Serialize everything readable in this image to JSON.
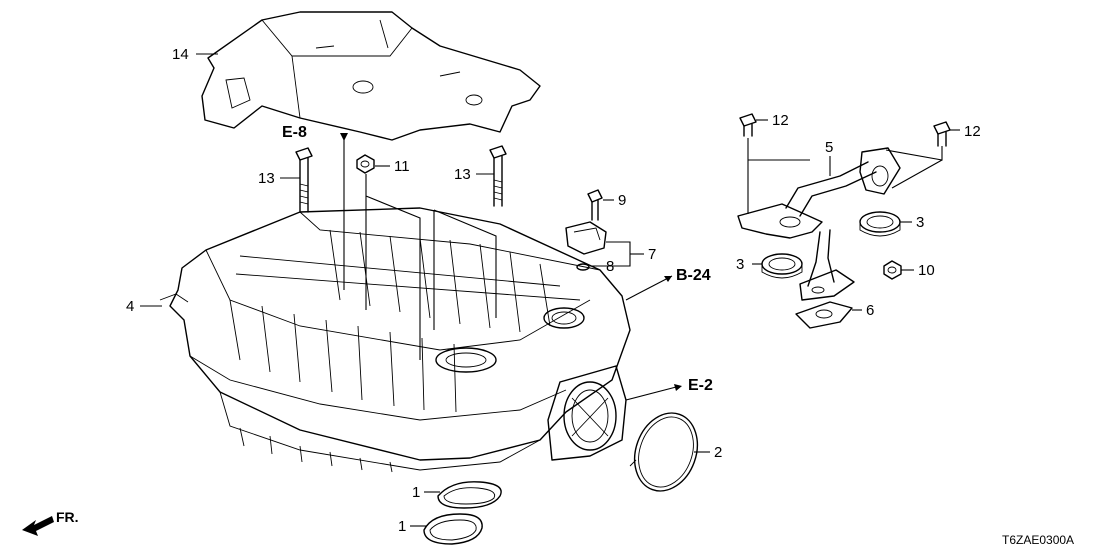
{
  "callouts": {
    "c14": "14",
    "c13a": "13",
    "c13b": "13",
    "c11": "11",
    "c9": "9",
    "c7": "7",
    "c8": "8",
    "c4": "4",
    "c12a": "12",
    "c12b": "12",
    "c5": "5",
    "c3a": "3",
    "c3b": "3",
    "c10": "10",
    "c6": "6",
    "c2": "2",
    "c1a": "1",
    "c1b": "1"
  },
  "references": {
    "e8": "E-8",
    "b24": "B-24",
    "e2": "E-2"
  },
  "direction_label": "FR.",
  "diagram_code": "T6ZAE0300A"
}
